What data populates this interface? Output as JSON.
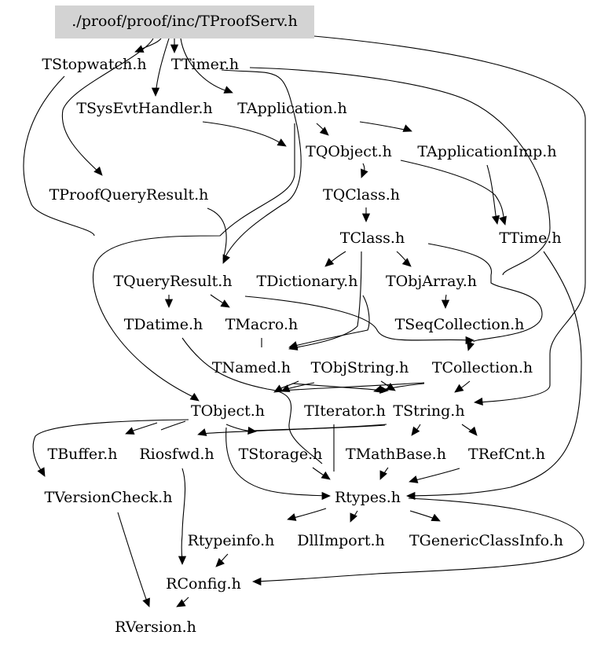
{
  "diagram": {
    "root": {
      "id": "root",
      "label": "./proof/proof/inc/TProofServ.h"
    },
    "nodes": [
      {
        "id": "stopwatch",
        "label": "TStopwatch.h"
      },
      {
        "id": "timer",
        "label": "TTimer.h"
      },
      {
        "id": "sysevt",
        "label": "TSysEvtHandler.h"
      },
      {
        "id": "application",
        "label": "TApplication.h"
      },
      {
        "id": "qobject",
        "label": "TQObject.h"
      },
      {
        "id": "appimp",
        "label": "TApplicationImp.h"
      },
      {
        "id": "proofqr",
        "label": "TProofQueryResult.h"
      },
      {
        "id": "qclass",
        "label": "TQClass.h"
      },
      {
        "id": "ttime",
        "label": "TTime.h"
      },
      {
        "id": "tclass",
        "label": "TClass.h"
      },
      {
        "id": "queryresult",
        "label": "TQueryResult.h"
      },
      {
        "id": "dictionary",
        "label": "TDictionary.h"
      },
      {
        "id": "objarray",
        "label": "TObjArray.h"
      },
      {
        "id": "datime",
        "label": "TDatime.h"
      },
      {
        "id": "macro",
        "label": "TMacro.h"
      },
      {
        "id": "seqcoll",
        "label": "TSeqCollection.h"
      },
      {
        "id": "named",
        "label": "TNamed.h"
      },
      {
        "id": "objstring",
        "label": "TObjString.h"
      },
      {
        "id": "collection",
        "label": "TCollection.h"
      },
      {
        "id": "tobject",
        "label": "TObject.h"
      },
      {
        "id": "iterator",
        "label": "TIterator.h"
      },
      {
        "id": "tstring",
        "label": "TString.h"
      },
      {
        "id": "buffer",
        "label": "TBuffer.h"
      },
      {
        "id": "riosfwd",
        "label": "Riosfwd.h"
      },
      {
        "id": "storage",
        "label": "TStorage.h"
      },
      {
        "id": "mathbase",
        "label": "TMathBase.h"
      },
      {
        "id": "refcnt",
        "label": "TRefCnt.h"
      },
      {
        "id": "versioncheck",
        "label": "TVersionCheck.h"
      },
      {
        "id": "rtypes",
        "label": "Rtypes.h"
      },
      {
        "id": "rtypeinfo",
        "label": "Rtypeinfo.h"
      },
      {
        "id": "dllimport",
        "label": "DllImport.h"
      },
      {
        "id": "genericclassinfo",
        "label": "TGenericClassInfo.h"
      },
      {
        "id": "rconfig",
        "label": "RConfig.h"
      },
      {
        "id": "rversion",
        "label": "RVersion.h"
      }
    ],
    "edges": [
      {
        "from": "root",
        "to": "stopwatch"
      },
      {
        "from": "root",
        "to": "timer"
      },
      {
        "from": "root",
        "to": "sysevt"
      },
      {
        "from": "root",
        "to": "application"
      },
      {
        "from": "root",
        "to": "proofqr"
      },
      {
        "from": "root",
        "to": "queryresult"
      },
      {
        "from": "root",
        "to": "tstring"
      },
      {
        "from": "stopwatch",
        "to": "tobject"
      },
      {
        "from": "timer",
        "to": "tstring"
      },
      {
        "from": "sysevt",
        "to": "qobject"
      },
      {
        "from": "application",
        "to": "qobject"
      },
      {
        "from": "application",
        "to": "appimp"
      },
      {
        "from": "application",
        "to": "tobject"
      },
      {
        "from": "qobject",
        "to": "qclass"
      },
      {
        "from": "qobject",
        "to": "ttime"
      },
      {
        "from": "appimp",
        "to": "ttime"
      },
      {
        "from": "proofqr",
        "to": "queryresult"
      },
      {
        "from": "qclass",
        "to": "tclass"
      },
      {
        "from": "tclass",
        "to": "dictionary"
      },
      {
        "from": "tclass",
        "to": "objarray"
      },
      {
        "from": "tclass",
        "to": "named"
      },
      {
        "from": "tclass",
        "to": "tstring"
      },
      {
        "from": "queryresult",
        "to": "datime"
      },
      {
        "from": "queryresult",
        "to": "macro"
      },
      {
        "from": "queryresult",
        "to": "seqcoll"
      },
      {
        "from": "dictionary",
        "to": "named"
      },
      {
        "from": "objarray",
        "to": "seqcoll"
      },
      {
        "from": "datime",
        "to": "rtypes"
      },
      {
        "from": "macro",
        "to": "named"
      },
      {
        "from": "seqcoll",
        "to": "collection"
      },
      {
        "from": "named",
        "to": "tobject"
      },
      {
        "from": "named",
        "to": "tstring"
      },
      {
        "from": "objstring",
        "to": "tobject"
      },
      {
        "from": "objstring",
        "to": "tstring"
      },
      {
        "from": "collection",
        "to": "tobject"
      },
      {
        "from": "collection",
        "to": "iterator"
      },
      {
        "from": "collection",
        "to": "tstring"
      },
      {
        "from": "tobject",
        "to": "buffer"
      },
      {
        "from": "tobject",
        "to": "riosfwd"
      },
      {
        "from": "tobject",
        "to": "storage"
      },
      {
        "from": "tobject",
        "to": "versioncheck"
      },
      {
        "from": "tobject",
        "to": "rtypes"
      },
      {
        "from": "iterator",
        "to": "rtypes"
      },
      {
        "from": "tstring",
        "to": "mathbase"
      },
      {
        "from": "tstring",
        "to": "refcnt"
      },
      {
        "from": "tstring",
        "to": "storage"
      },
      {
        "from": "tstring",
        "to": "riosfwd"
      },
      {
        "from": "storage",
        "to": "rtypes"
      },
      {
        "from": "mathbase",
        "to": "rtypes"
      },
      {
        "from": "refcnt",
        "to": "rtypes"
      },
      {
        "from": "ttime",
        "to": "rtypes"
      },
      {
        "from": "riosfwd",
        "to": "rconfig"
      },
      {
        "from": "rtypes",
        "to": "rtypeinfo"
      },
      {
        "from": "rtypes",
        "to": "dllimport"
      },
      {
        "from": "rtypes",
        "to": "genericclassinfo"
      },
      {
        "from": "rtypes",
        "to": "rconfig"
      },
      {
        "from": "rtypeinfo",
        "to": "rconfig"
      },
      {
        "from": "versioncheck",
        "to": "rversion"
      },
      {
        "from": "rconfig",
        "to": "rversion"
      }
    ]
  }
}
